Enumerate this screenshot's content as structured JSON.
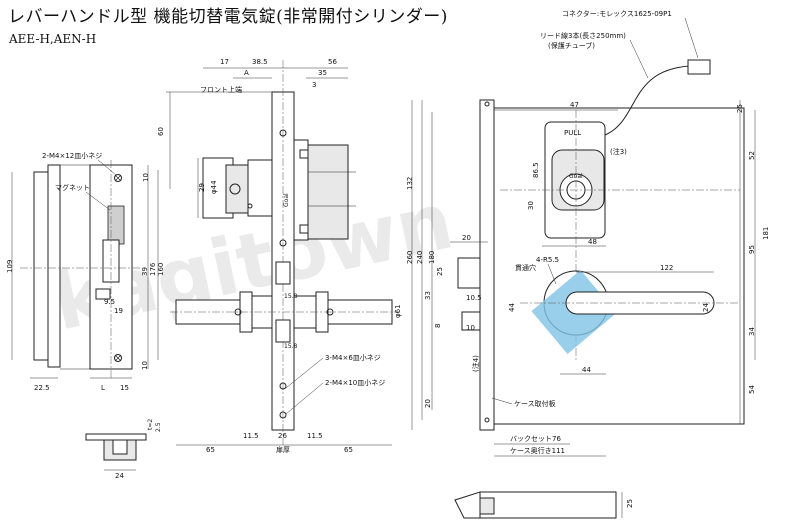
{
  "title": "レバーハンドル型 機能切替電気錠(非常開付シリンダー)",
  "subtitle": "AEE-H,AEN-H",
  "watermark": "kagitown",
  "connector_note": "コネクター:モレックス1625-09P1",
  "lead_note": "リード線3本(長さ250mm)",
  "tube_note": "(保護チューブ)",
  "note3": "(注3)",
  "note4": "(注4)",
  "pull_label": "PULL",
  "brand_label": "Goal",
  "screw_front": "2-M4×12皿小ネジ",
  "magnet": "マグネット",
  "front_top": "フロント上端",
  "screw_mid": "3-M4×6皿小ネジ",
  "screw_low": "2-M4×10皿小ネジ",
  "through_hole": "貫通穴",
  "hole_spec": "4-R5.5",
  "case_plate": "ケース取付板",
  "backset": "バックセット76",
  "case_depth": "ケース奥行き111",
  "door_thickness": "扉厚",
  "dims": {
    "d17": "17",
    "d385": "38.5",
    "dA": "A",
    "d56": "56",
    "d35": "35",
    "d3": "3",
    "d60": "60",
    "d10a": "10",
    "d29": "29",
    "d44": "φ44",
    "d109": "109",
    "d39": "39",
    "d160": "160",
    "d176": "176",
    "d95": "9.5",
    "d19": "19",
    "d10b": "10",
    "d225": "22.5",
    "dL": "L",
    "d15": "15",
    "d24": "24",
    "dt2": "t=2",
    "d25": "2.5",
    "d15x": "15.8",
    "d61": "φ61",
    "d65a": "65",
    "d115a": "11.5",
    "d26": "26",
    "d115b": "11.5",
    "d65b": "65",
    "d47": "47",
    "d25r": "25",
    "d865": "86.5",
    "d30": "30",
    "d48": "48",
    "d52": "52",
    "d132": "132",
    "d180": "180",
    "d240": "240",
    "d260": "260",
    "d181": "181",
    "d95r": "95",
    "d20": "20",
    "d25b": "25",
    "d33": "33",
    "d8": "8",
    "d105": "10.5",
    "d122": "122",
    "d44h": "44",
    "d24h": "24",
    "d34": "34",
    "d44b": "44",
    "d20b": "20",
    "d10c": "10",
    "d54": "54",
    "d25c": "25"
  }
}
